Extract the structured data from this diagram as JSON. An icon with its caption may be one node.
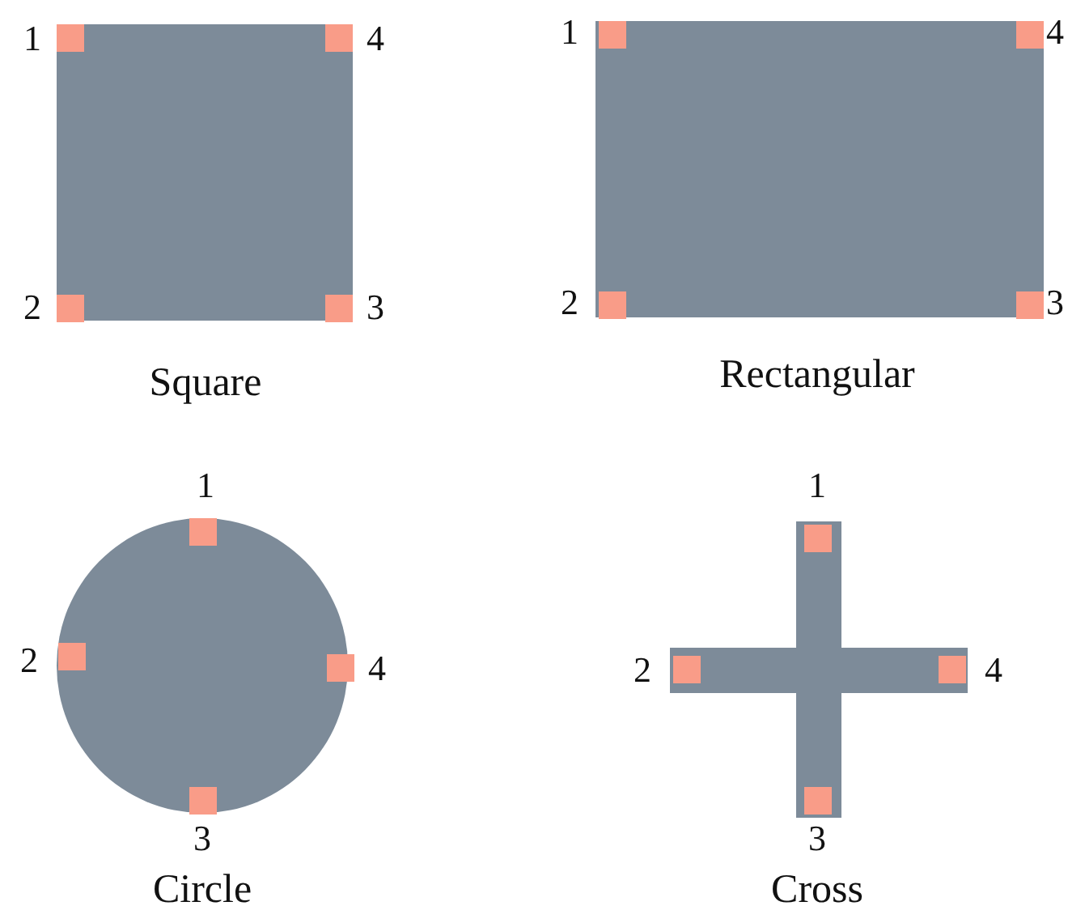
{
  "diagram": {
    "nodes": [
      {
        "text": [
          "Square"
        ]
      },
      {
        "text": [],
        "shape": "box",
        "in": 0,
        "beside": [
          "1"
        ]
      },
      {
        "text": [],
        "shape": "box",
        "in": 0,
        "beside": [
          "4"
        ]
      },
      {
        "text": [],
        "shape": "box",
        "in": 0,
        "beside": [
          "2"
        ]
      },
      {
        "text": [],
        "shape": "box",
        "in": 0,
        "beside": [
          "3"
        ]
      },
      {
        "text": [
          "Rectangular"
        ]
      },
      {
        "text": [],
        "shape": "box",
        "in": 5,
        "beside": [
          "1"
        ]
      },
      {
        "text": [],
        "shape": "box",
        "in": 5,
        "beside": [
          "4"
        ]
      },
      {
        "text": [],
        "shape": "box",
        "in": 5,
        "beside": [
          "2"
        ]
      },
      {
        "text": [],
        "shape": "box",
        "in": 5,
        "beside": [
          "3"
        ]
      },
      {
        "text": [
          "Circle"
        ]
      },
      {
        "text": [],
        "shape": "box",
        "in": 10,
        "beside": [
          "1"
        ]
      },
      {
        "text": [],
        "shape": "box",
        "in": 10,
        "beside": [
          "2"
        ]
      },
      {
        "text": [],
        "shape": "box",
        "in": 10,
        "beside": [
          "4"
        ]
      },
      {
        "text": [],
        "shape": "box",
        "in": 10,
        "beside": [
          "3"
        ]
      },
      {
        "text": [
          "Cross"
        ]
      },
      {
        "text": [],
        "shape": "box",
        "in": 15,
        "beside": [
          "1"
        ]
      },
      {
        "text": [],
        "shape": "box",
        "in": 15,
        "beside": [
          "2"
        ]
      },
      {
        "text": [],
        "shape": "box",
        "in": 15,
        "beside": [
          "4"
        ]
      },
      {
        "text": [],
        "shape": "box",
        "in": 15,
        "beside": [
          "3"
        ]
      }
    ]
  }
}
